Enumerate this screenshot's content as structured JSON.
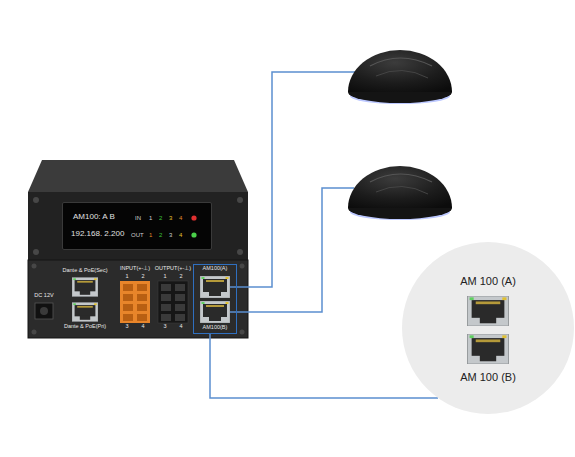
{
  "diagram": {
    "nodes": [
      {
        "text": [
          "AM100: A B",
          "192.168. 2.200",
          "IN",
          "1",
          "2",
          "3",
          "4",
          "OUT",
          "1",
          "2",
          "3",
          "4"
        ]
      },
      {
        "text": [
          "AM100(A)",
          "AM100(B)"
        ]
      },
      {
        "text": [
          "AM 100 (A)",
          "AM 100 (B)"
        ]
      }
    ],
    "edges": [
      {
        "from": 1,
        "to": 2,
        "arrow": "none"
      }
    ],
    "labels": [
      "Dante & PoE(Sec)",
      "DC 12V",
      "Dante & PoE(Pri)",
      "INPUT(+-⊥)",
      "1",
      "2",
      "3",
      "4",
      "OUTPUT(+-⊥)",
      "1",
      "2",
      "3",
      "4"
    ]
  }
}
